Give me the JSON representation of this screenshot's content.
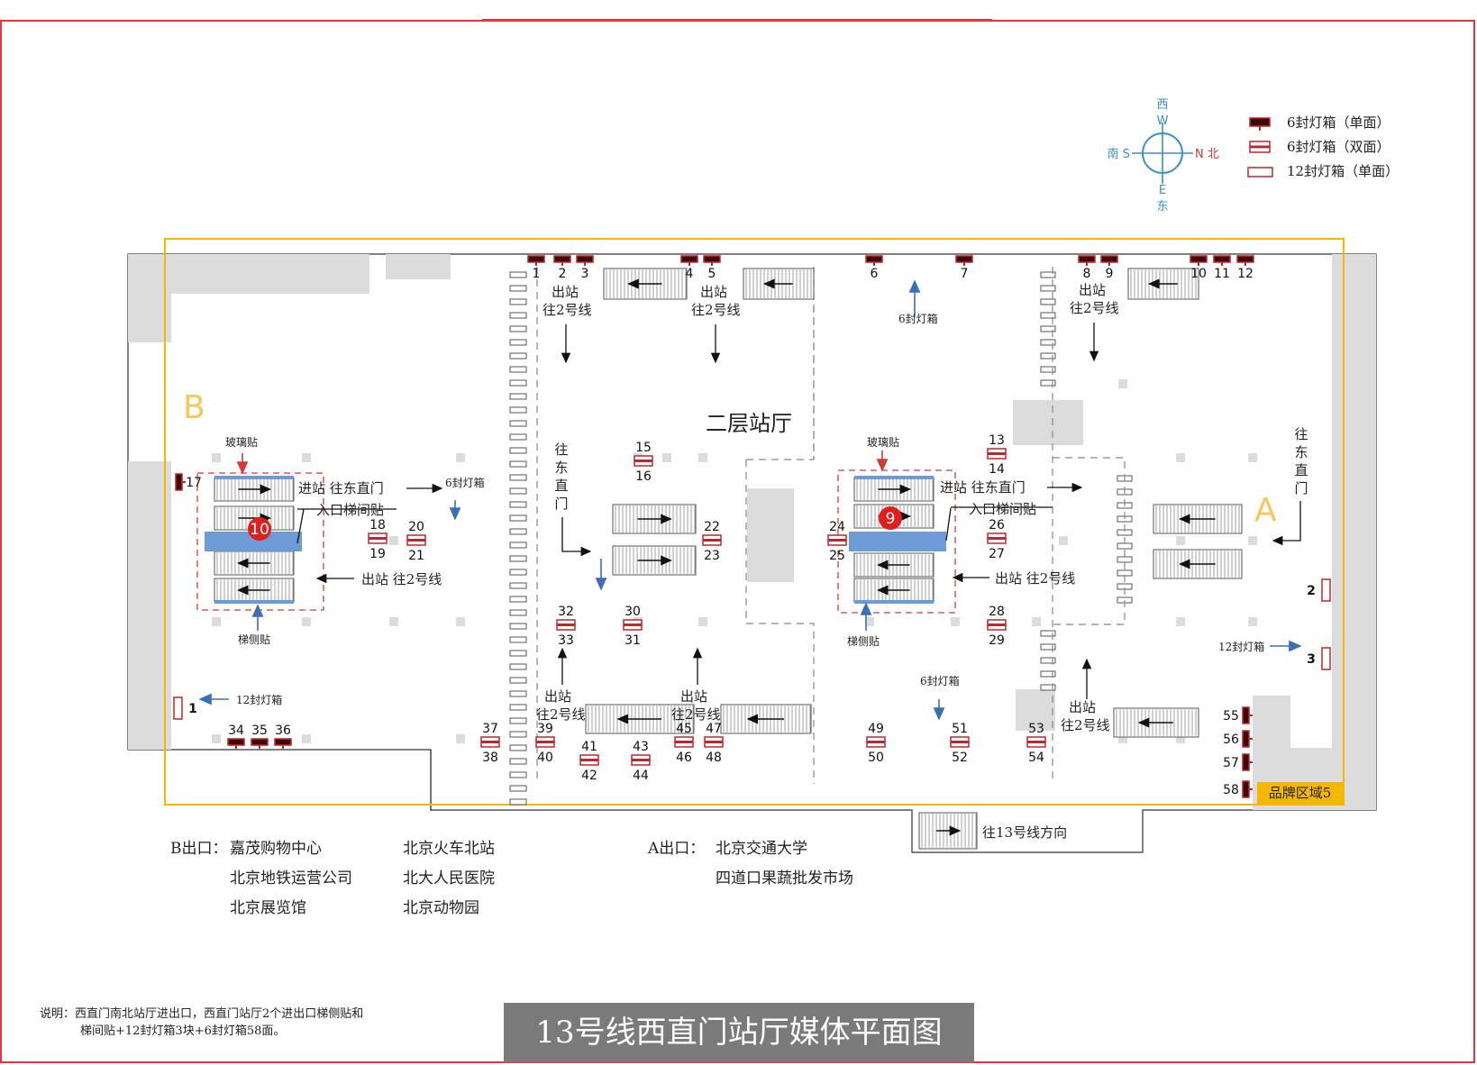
{
  "title": "13号线西直门站厅媒体平面图",
  "note": {
    "line1": "说明：西直门南北站厅进出口，西直门站厅2个进出口梯侧贴和",
    "line2": "梯间贴+12封灯箱3块+6封灯箱58面。"
  },
  "compass": {
    "north": "N 北",
    "south": "南 S",
    "west_en": "W",
    "west_cn": "西",
    "east_en": "E",
    "east_cn": "东"
  },
  "legend": [
    {
      "label": "6封灯箱（单面）",
      "icon": "single-lightbox-icon"
    },
    {
      "label": "6封灯箱（双面）",
      "icon": "double-lightbox-icon"
    },
    {
      "label": "12封灯箱（单面）",
      "icon": "large-lightbox-icon"
    }
  ],
  "hall_label": "二层站厅",
  "zones": {
    "b": "B",
    "a": "A"
  },
  "annotations": {
    "glass_b": "玻璃贴",
    "glass_a": "玻璃贴",
    "side_b": "梯侧贴",
    "side_a": "梯侧贴",
    "entry_b": "进站  往东直门",
    "entry_a": "进站  往东直门",
    "gap_b": "入口梯间贴",
    "gap_a": "入口梯间贴",
    "exit_b": "出站  往2号线",
    "exit_a": "出站  往2号线",
    "lb6_1": "6封灯箱",
    "lb6_2": "6封灯箱",
    "lb6_3": "6封灯箱",
    "lb12_1": "12封灯箱",
    "lb12_2": "12封灯箱",
    "exit_top1_a": "出站",
    "exit_top1_b": "往2号线",
    "exit_top2_a": "出站",
    "exit_top2_b": "往2号线",
    "exit_top3_a": "出站",
    "exit_top3_b": "往2号线",
    "exit_bot1_a": "出站",
    "exit_bot1_b": "往2号线",
    "exit_bot2_a": "出站",
    "exit_bot2_b": "往2号线",
    "exit_bot3_a": "出站",
    "exit_bot3_b": "往2号线",
    "to_east_mid": "往东直门",
    "to_east_right": "往东直门",
    "to_line13": "往13号线方向",
    "brand_zone": "品牌区域5",
    "badge_b": "10",
    "badge_a": "9"
  },
  "exits": {
    "b_label": "B出口：",
    "b_col1": [
      "嘉茂购物中心",
      "北京地铁运营公司",
      "北京展览馆"
    ],
    "b_col2": [
      "北京火车北站",
      "北大人民医院",
      "北京动物园"
    ],
    "a_label": "A出口：",
    "a_col1": [
      "北京交通大学",
      "四道口果蔬批发市场"
    ]
  },
  "lightbox_numbers": [
    "1",
    "2",
    "3",
    "4",
    "5",
    "6",
    "7",
    "8",
    "9",
    "10",
    "11",
    "12",
    "13",
    "14",
    "15",
    "16",
    "17",
    "18",
    "19",
    "20",
    "21",
    "22",
    "23",
    "24",
    "25",
    "26",
    "27",
    "28",
    "29",
    "30",
    "31",
    "32",
    "33",
    "34",
    "35",
    "36",
    "37",
    "38",
    "39",
    "40",
    "41",
    "42",
    "43",
    "44",
    "45",
    "46",
    "47",
    "48",
    "49",
    "50",
    "51",
    "52",
    "53",
    "54",
    "55",
    "56",
    "57",
    "58"
  ],
  "large_numbers": [
    "1",
    "2",
    "3"
  ],
  "colors": {
    "frame": "#e8343a",
    "zone_outline": "#f5b800",
    "accent_blue": "#3a6fb7",
    "badge_red": "#e01e1e",
    "lightbox_red": "#c0272d"
  }
}
